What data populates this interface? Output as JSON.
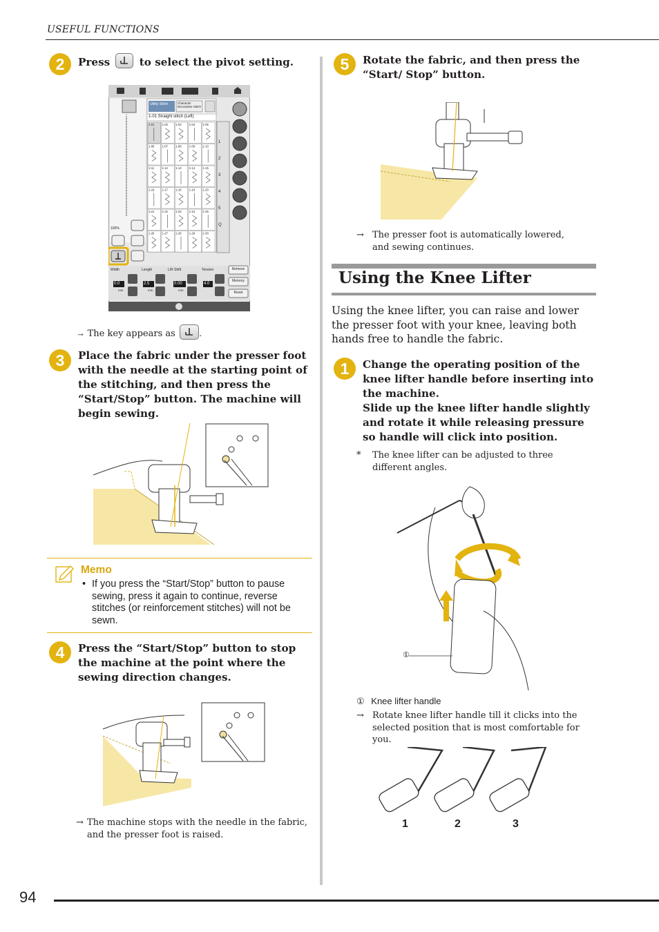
{
  "header": {
    "title": "USEFUL FUNCTIONS"
  },
  "steps": {
    "step2": {
      "number": "2",
      "press": "Press",
      "rest": "to select the pivot setting."
    },
    "step2_note": {
      "arrow": "→",
      "text_before": "The key appears as",
      "text_after": "."
    },
    "step3": {
      "number": "3",
      "text": "Place the fabric under the presser foot with the needle at the starting point of the stitching, and then press the “Start/Stop” button. The machine will begin sewing."
    },
    "memo": {
      "title": "Memo",
      "bullet": "•",
      "text": "If you press the “Start/Stop” button to pause sewing, press it again to continue, reverse stitches (or reinforcement stitches) will not be sewn."
    },
    "step4": {
      "number": "4",
      "text": "Press the “Start/Stop” button to stop the machine at the point where the sewing direction changes."
    },
    "step4_note": {
      "arrow": "→",
      "text": "The machine stops with the needle in the fabric, and the presser foot is raised."
    },
    "step5": {
      "number": "5",
      "text": "Rotate the fabric, and then press the “Start/ Stop” button."
    },
    "step5_note": {
      "arrow": "→",
      "text": "The presser foot is automatically lowered, and sewing continues."
    }
  },
  "section": {
    "title": "Using the Knee Lifter",
    "intro": "Using the knee lifter, you can raise and lower the presser foot with your knee, leaving both hands free to handle the fabric."
  },
  "knee_steps": {
    "step1": {
      "number": "1",
      "line1": "Change the operating position of the knee lifter handle before inserting into the machine.",
      "line2": "Slide up the knee lifter handle slightly and rotate it while releasing pressure so handle will click into position."
    },
    "asterisk_note": {
      "mark": "*",
      "text": "The knee lifter can be adjusted to three different angles."
    },
    "callout": {
      "mark": "①",
      "label": "Knee lifter handle"
    },
    "rotate_note": {
      "arrow": "→",
      "text": "Rotate knee lifter handle till it clicks into the selected position that is most comfortable for you."
    },
    "positions": [
      "1",
      "2",
      "3"
    ]
  },
  "screen": {
    "tabs": [
      "Utility Stitch",
      "Character Decorative Stitch"
    ],
    "current_stitch": "1-01 Straight stitch (Left)",
    "zoom": "100%",
    "settings": [
      {
        "label": "Width",
        "value": "0.0",
        "unit": "mm"
      },
      {
        "label": "Length",
        "value": "2.5",
        "unit": "mm"
      },
      {
        "label": "L/R Shift",
        "value": "0.00",
        "unit": "mm"
      },
      {
        "label": "Tension",
        "value": "4.0",
        "unit": ""
      }
    ],
    "side_buttons": [
      "Retrieve",
      "Memory",
      "Reset"
    ],
    "stitch_codes": [
      "1-01",
      "1-02",
      "1-03",
      "1-04",
      "1-05",
      "1-06",
      "1-07",
      "1-08",
      "1-09",
      "1-10",
      "1-11",
      "1-12",
      "1-13",
      "1-14",
      "1-15",
      "1-16",
      "1-17",
      "1-18",
      "1-19",
      "1-20",
      "1-21",
      "1-22",
      "1-23",
      "1-24",
      "1-25",
      "1-26",
      "1-27",
      "1-28",
      "1-29",
      "1-30"
    ],
    "category_tabs": [
      "1",
      "2",
      "3",
      "4",
      "5",
      "Q"
    ]
  },
  "footer": {
    "page_number": "94"
  },
  "colors": {
    "accent": "#e3b30f",
    "fabric": "#f7e7a6",
    "rule_gray": "#9a9a9a"
  }
}
